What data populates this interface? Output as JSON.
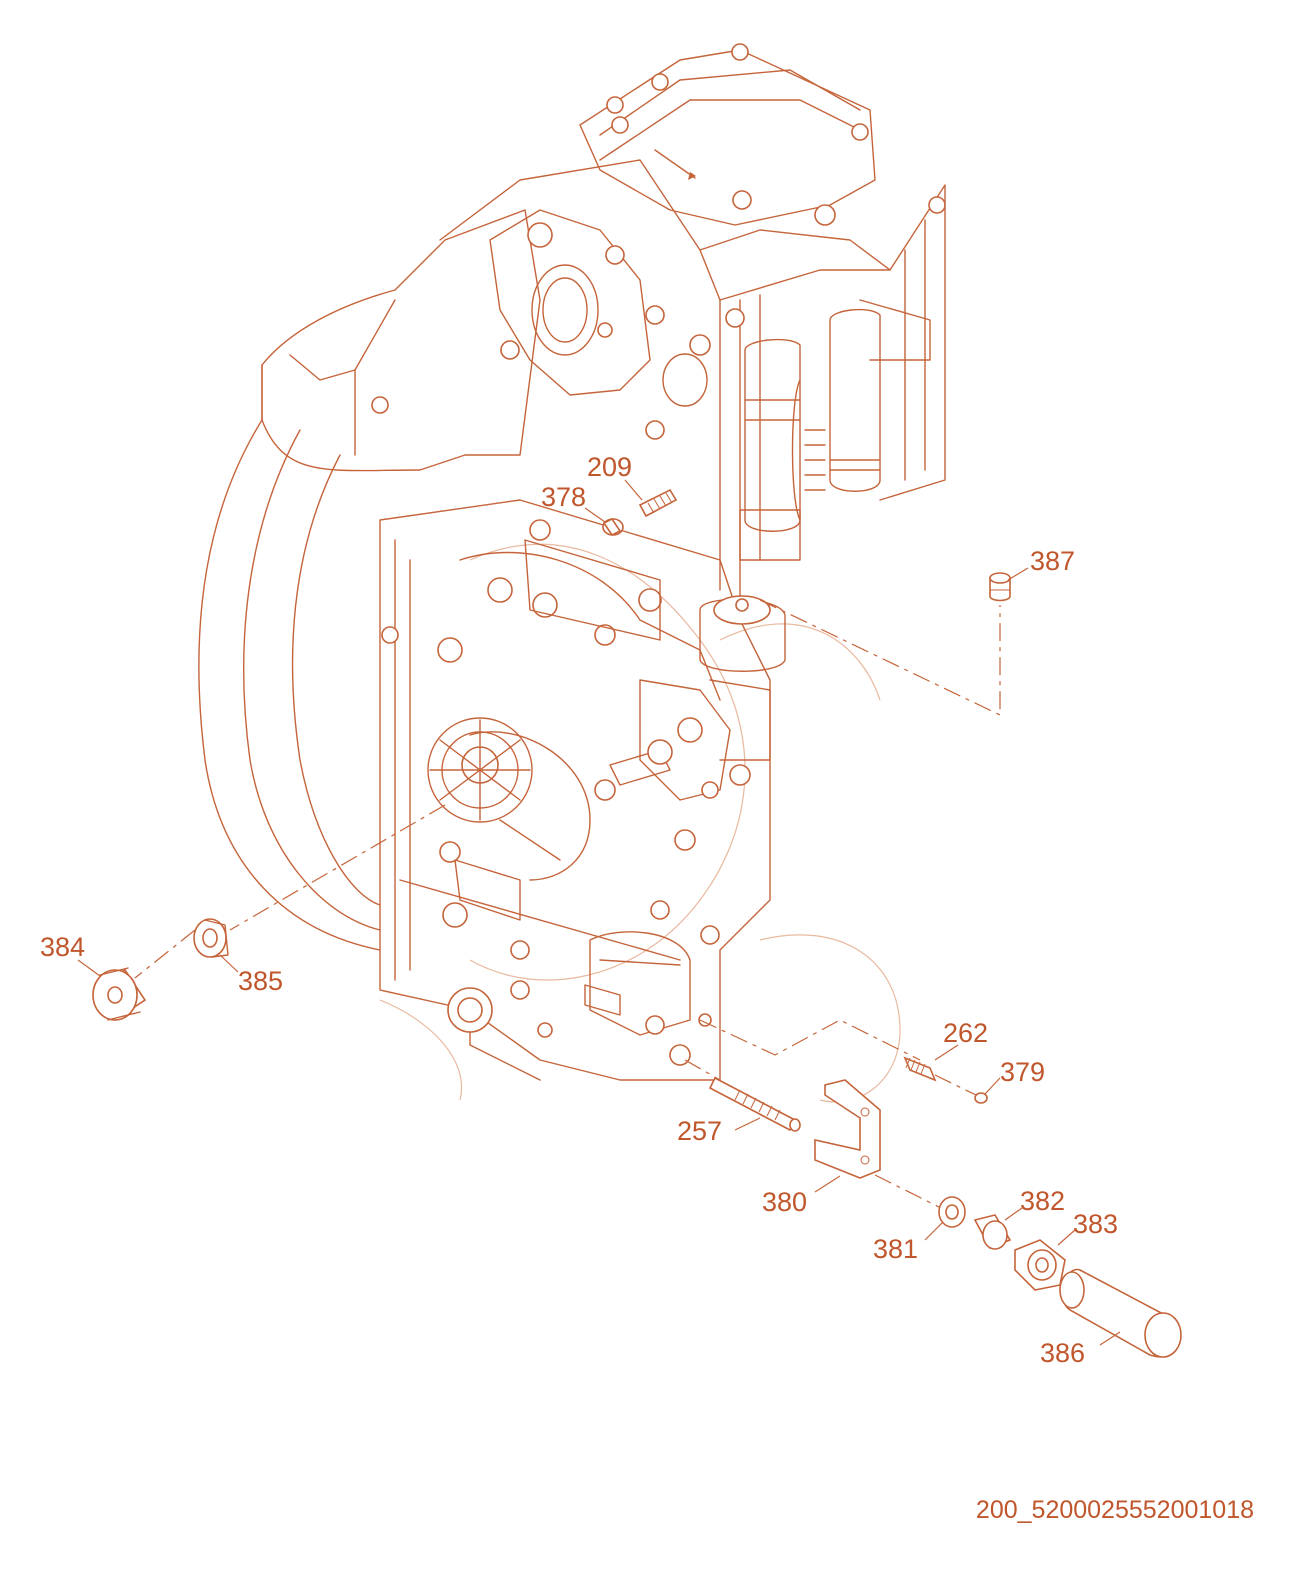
{
  "callouts": [
    {
      "id": "209",
      "label": "209"
    },
    {
      "id": "378",
      "label": "378"
    },
    {
      "id": "387",
      "label": "387"
    },
    {
      "id": "384",
      "label": "384"
    },
    {
      "id": "385",
      "label": "385"
    },
    {
      "id": "262",
      "label": "262"
    },
    {
      "id": "379",
      "label": "379"
    },
    {
      "id": "257",
      "label": "257"
    },
    {
      "id": "380",
      "label": "380"
    },
    {
      "id": "382",
      "label": "382"
    },
    {
      "id": "383",
      "label": "383"
    },
    {
      "id": "381",
      "label": "381"
    },
    {
      "id": "386",
      "label": "386"
    }
  ],
  "drawing_code": "200_5200025552001018",
  "colors": {
    "line": "#c5643a",
    "text": "#c0562b",
    "background": "#ffffff"
  }
}
